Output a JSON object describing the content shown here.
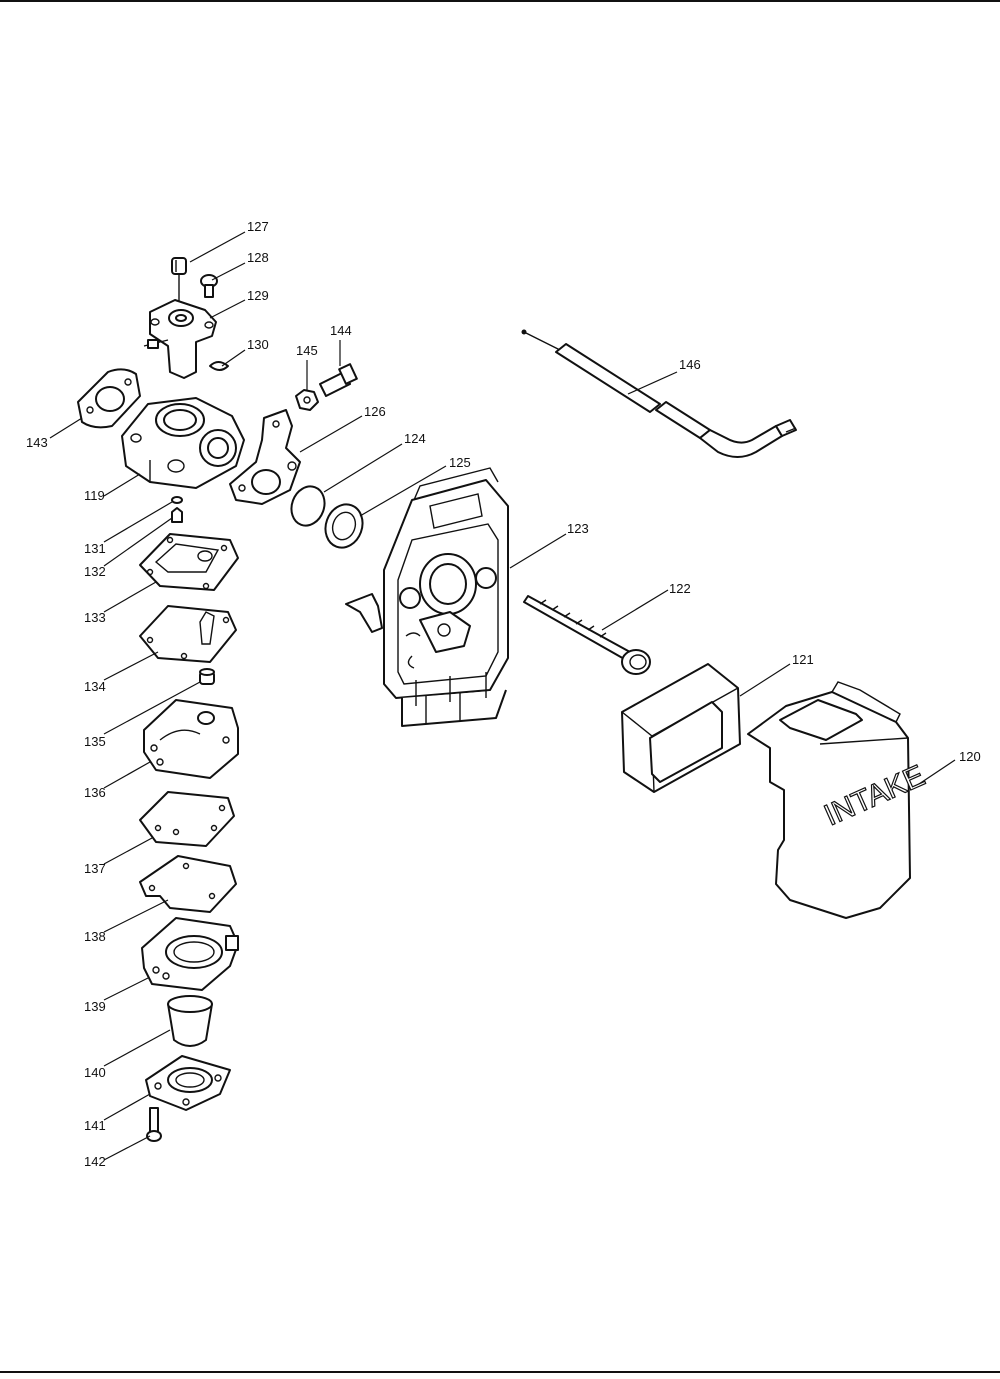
{
  "diagram": {
    "callouts": [
      {
        "id": "c127",
        "label": "127"
      },
      {
        "id": "c128",
        "label": "128"
      },
      {
        "id": "c129",
        "label": "129"
      },
      {
        "id": "c130",
        "label": "130"
      },
      {
        "id": "c144",
        "label": "144"
      },
      {
        "id": "c145",
        "label": "145"
      },
      {
        "id": "c146",
        "label": "146"
      },
      {
        "id": "c126",
        "label": "126"
      },
      {
        "id": "c124",
        "label": "124"
      },
      {
        "id": "c125",
        "label": "125"
      },
      {
        "id": "c143",
        "label": "143"
      },
      {
        "id": "c119",
        "label": "119"
      },
      {
        "id": "c131",
        "label": "131"
      },
      {
        "id": "c132",
        "label": "132"
      },
      {
        "id": "c133",
        "label": "133"
      },
      {
        "id": "c134",
        "label": "134"
      },
      {
        "id": "c135",
        "label": "135"
      },
      {
        "id": "c136",
        "label": "136"
      },
      {
        "id": "c137",
        "label": "137"
      },
      {
        "id": "c138",
        "label": "138"
      },
      {
        "id": "c139",
        "label": "139"
      },
      {
        "id": "c140",
        "label": "140"
      },
      {
        "id": "c141",
        "label": "141"
      },
      {
        "id": "c142",
        "label": "142"
      },
      {
        "id": "c123",
        "label": "123"
      },
      {
        "id": "c122",
        "label": "122"
      },
      {
        "id": "c121",
        "label": "121"
      },
      {
        "id": "c120",
        "label": "120"
      }
    ],
    "intake_text": "INTAKE"
  }
}
